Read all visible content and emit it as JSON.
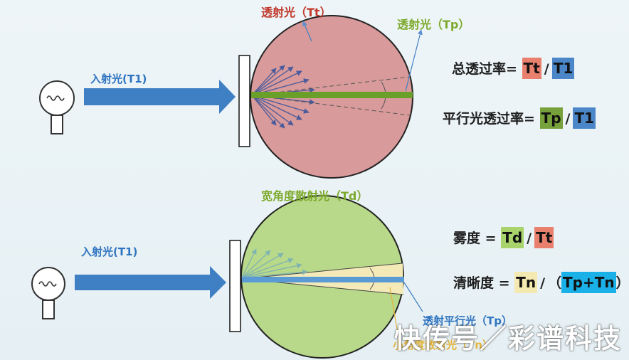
{
  "top": {
    "scattered_label": "透射光（Tt）",
    "parallel_label": "透射光（Tp）",
    "incident_label": "入射光(T1)"
  },
  "bottom": {
    "wide_angle_label": "宽角度散射光（Td）",
    "incident_label": "入射光(T1)",
    "transmitted_parallel_label": "透射平行光（Tp）",
    "narrow_angle_label": "小角度散射光（Tn）"
  },
  "formulas": {
    "total": {
      "label": "总透过率=",
      "a": "Tt",
      "sep": "/",
      "b": "T1"
    },
    "parallel": {
      "label": "平行光透过率=",
      "a": "Tp",
      "sep": "/",
      "b": "T1"
    },
    "haze": {
      "label": "雾度 =",
      "a": "Td",
      "sep": "/",
      "b": "Tt"
    },
    "clarity": {
      "label": "清晰度 =",
      "a": "Tn",
      "sep": "/",
      "open": "（",
      "b": "Tp+Tn",
      "close": "）"
    }
  },
  "colors": {
    "sphere_top": "#d89a9a",
    "sphere_bottom_wide": "#b9d98a",
    "sphere_bottom_narrow": "#f3eab8",
    "beam_green": "#6a9f2a",
    "beam_blue": "#5b9bd5",
    "arrow_blue": "#3f7fc4",
    "box_red": "#e9806e",
    "box_blue": "#4a86c8",
    "box_green": "#77a13a",
    "box_lightgreen": "#a9d46b",
    "box_cream": "#f4e9b0",
    "box_cyan": "#19b1e8",
    "label_red": "#c0392b",
    "label_green": "#7daa2c",
    "label_blue": "#2e74c0",
    "label_yellow": "#e4b43c"
  },
  "watermark": "快传号／彩谱科技"
}
